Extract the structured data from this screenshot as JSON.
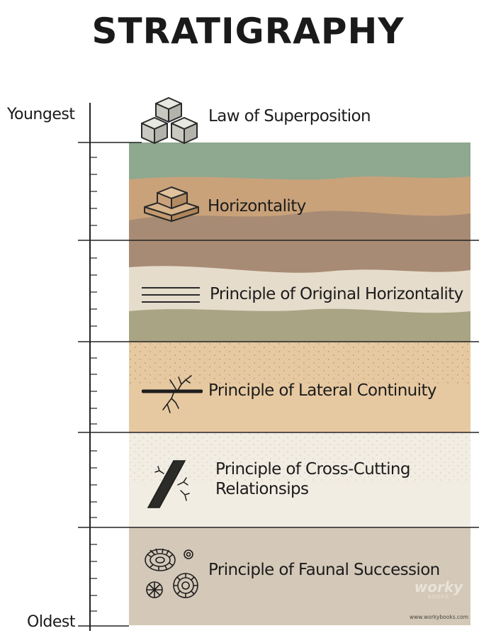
{
  "title": "STRATIGRAPHY",
  "axis": {
    "top_label": "Youngest",
    "bottom_label": "Oldest"
  },
  "principles": [
    {
      "label": "Law of Superposition",
      "icon": "stacked-cubes-icon"
    },
    {
      "label": "Horizontality",
      "icon": "layered-blocks-icon"
    },
    {
      "label": "Principle of Original Horizontality",
      "icon": "horizontal-lines-icon"
    },
    {
      "label": "Principle of Lateral Continuity",
      "icon": "fractured-layer-icon"
    },
    {
      "label": "Principle of Cross-Cutting Relationsips",
      "icon": "cross-cutting-dike-icon"
    },
    {
      "label": "Principle of Faunal Succession",
      "icon": "fossils-icon"
    }
  ],
  "colors": {
    "layer_green": "#8fa890",
    "layer_tan": "#c9a27a",
    "layer_brown": "#a88b74",
    "layer_cream": "#e6dccc",
    "layer_olive": "#a9a483",
    "layer_sand": "#e7c9a1",
    "layer_pale": "#f2ede3",
    "layer_taupe": "#d4c8b8"
  },
  "watermark": {
    "logo": "worky",
    "sub": "BOOKS",
    "url": "www.workybooks.com"
  }
}
